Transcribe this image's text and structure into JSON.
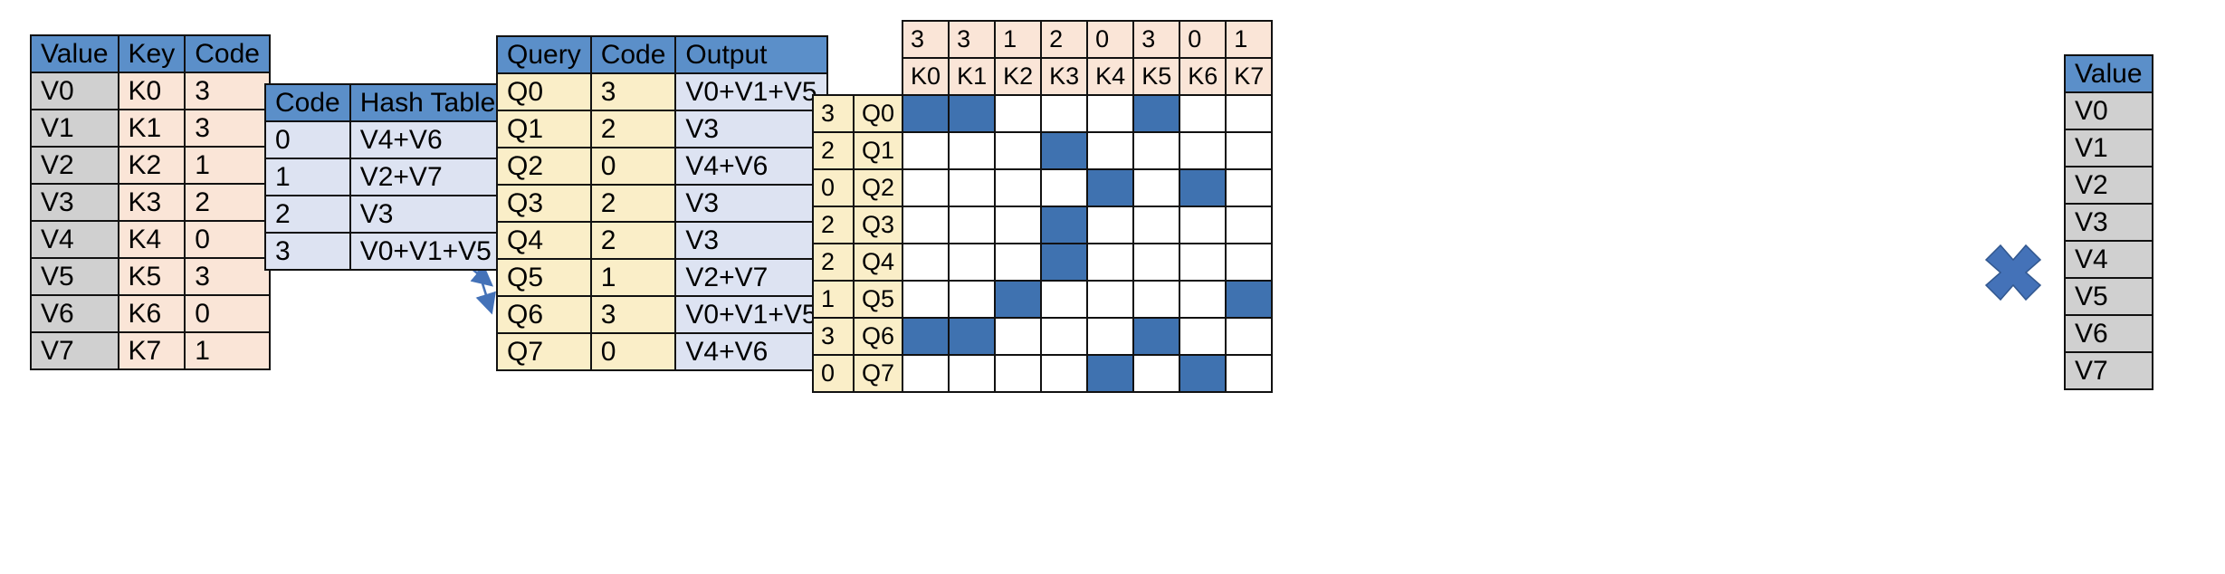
{
  "kv_table": {
    "name": "value-key-code-table",
    "headers": [
      "Value",
      "Key",
      "Code"
    ],
    "rows": [
      {
        "value": "V0",
        "key": "K0",
        "code": "3"
      },
      {
        "value": "V1",
        "key": "K1",
        "code": "3"
      },
      {
        "value": "V2",
        "key": "K2",
        "code": "1"
      },
      {
        "value": "V3",
        "key": "K3",
        "code": "2"
      },
      {
        "value": "V4",
        "key": "K4",
        "code": "0"
      },
      {
        "value": "V5",
        "key": "K5",
        "code": "3"
      },
      {
        "value": "V6",
        "key": "K6",
        "code": "0"
      },
      {
        "value": "V7",
        "key": "K7",
        "code": "1"
      }
    ]
  },
  "hash_table": {
    "name": "hash-table",
    "headers": [
      "Code",
      "Hash Table"
    ],
    "rows": [
      {
        "code": "0",
        "bucket": "V4+V6"
      },
      {
        "code": "1",
        "bucket": "V2+V7"
      },
      {
        "code": "2",
        "bucket": "V3"
      },
      {
        "code": "3",
        "bucket": "V0+V1+V5"
      }
    ]
  },
  "query_table": {
    "name": "query-code-output-table",
    "headers": [
      "Query",
      "Code",
      "Output"
    ],
    "rows": [
      {
        "query": "Q0",
        "code": "3",
        "output": "V0+V1+V5"
      },
      {
        "query": "Q1",
        "code": "2",
        "output": "V3"
      },
      {
        "query": "Q2",
        "code": "0",
        "output": "V4+V6"
      },
      {
        "query": "Q3",
        "code": "2",
        "output": "V3"
      },
      {
        "query": "Q4",
        "code": "2",
        "output": "V3"
      },
      {
        "query": "Q5",
        "code": "1",
        "output": "V2+V7"
      },
      {
        "query": "Q6",
        "code": "3",
        "output": "V0+V1+V5"
      },
      {
        "query": "Q7",
        "code": "0",
        "output": "V4+V6"
      }
    ]
  },
  "matrix": {
    "name": "attention-matrix",
    "column_codes": [
      "3",
      "3",
      "1",
      "2",
      "0",
      "3",
      "0",
      "1"
    ],
    "column_keys": [
      "K0",
      "K1",
      "K2",
      "K3",
      "K4",
      "K5",
      "K6",
      "K7"
    ],
    "row_codes": [
      "3",
      "2",
      "0",
      "2",
      "2",
      "1",
      "3",
      "0"
    ],
    "row_queries": [
      "Q0",
      "Q1",
      "Q2",
      "Q3",
      "Q4",
      "Q5",
      "Q6",
      "Q7"
    ],
    "cells": [
      [
        1,
        1,
        0,
        0,
        0,
        1,
        0,
        0
      ],
      [
        0,
        0,
        0,
        1,
        0,
        0,
        0,
        0
      ],
      [
        0,
        0,
        0,
        0,
        1,
        0,
        1,
        0
      ],
      [
        0,
        0,
        0,
        1,
        0,
        0,
        0,
        0
      ],
      [
        0,
        0,
        0,
        1,
        0,
        0,
        0,
        0
      ],
      [
        0,
        0,
        1,
        0,
        0,
        0,
        0,
        1
      ],
      [
        1,
        1,
        0,
        0,
        0,
        1,
        0,
        0
      ],
      [
        0,
        0,
        0,
        0,
        1,
        0,
        1,
        0
      ]
    ]
  },
  "value_table": {
    "name": "value-vector-table",
    "header": "Value",
    "rows": [
      "V0",
      "V1",
      "V2",
      "V3",
      "V4",
      "V5",
      "V6",
      "V7"
    ]
  },
  "operators": {
    "equals": "equals-sign",
    "times": "multiply-sign"
  },
  "colors": {
    "header_blue": "#5b8fc9",
    "cell_blue": "#3f72b0",
    "arrow_blue": "#4472b8",
    "peach": "#fae5d7",
    "cream": "#faeec8",
    "lavender": "#dde3f2",
    "gray": "#d0d0d0"
  }
}
